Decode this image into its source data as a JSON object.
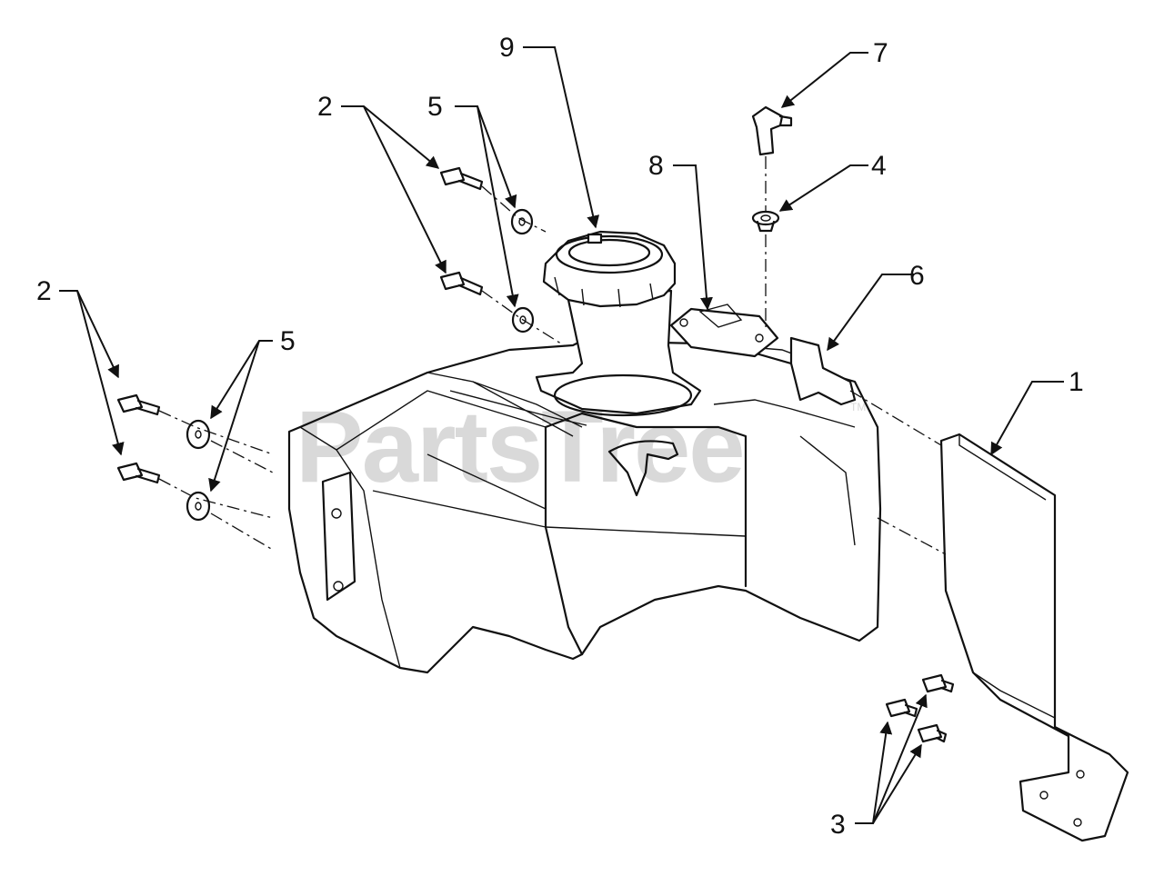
{
  "callouts": {
    "c1": "1",
    "c2a": "2",
    "c2b": "2",
    "c3": "3",
    "c4": "4",
    "c5a": "5",
    "c5b": "5",
    "c6": "6",
    "c7": "7",
    "c8": "8",
    "c9": "9"
  },
  "watermark": {
    "text": "PartsTree",
    "trademark": "TM"
  }
}
